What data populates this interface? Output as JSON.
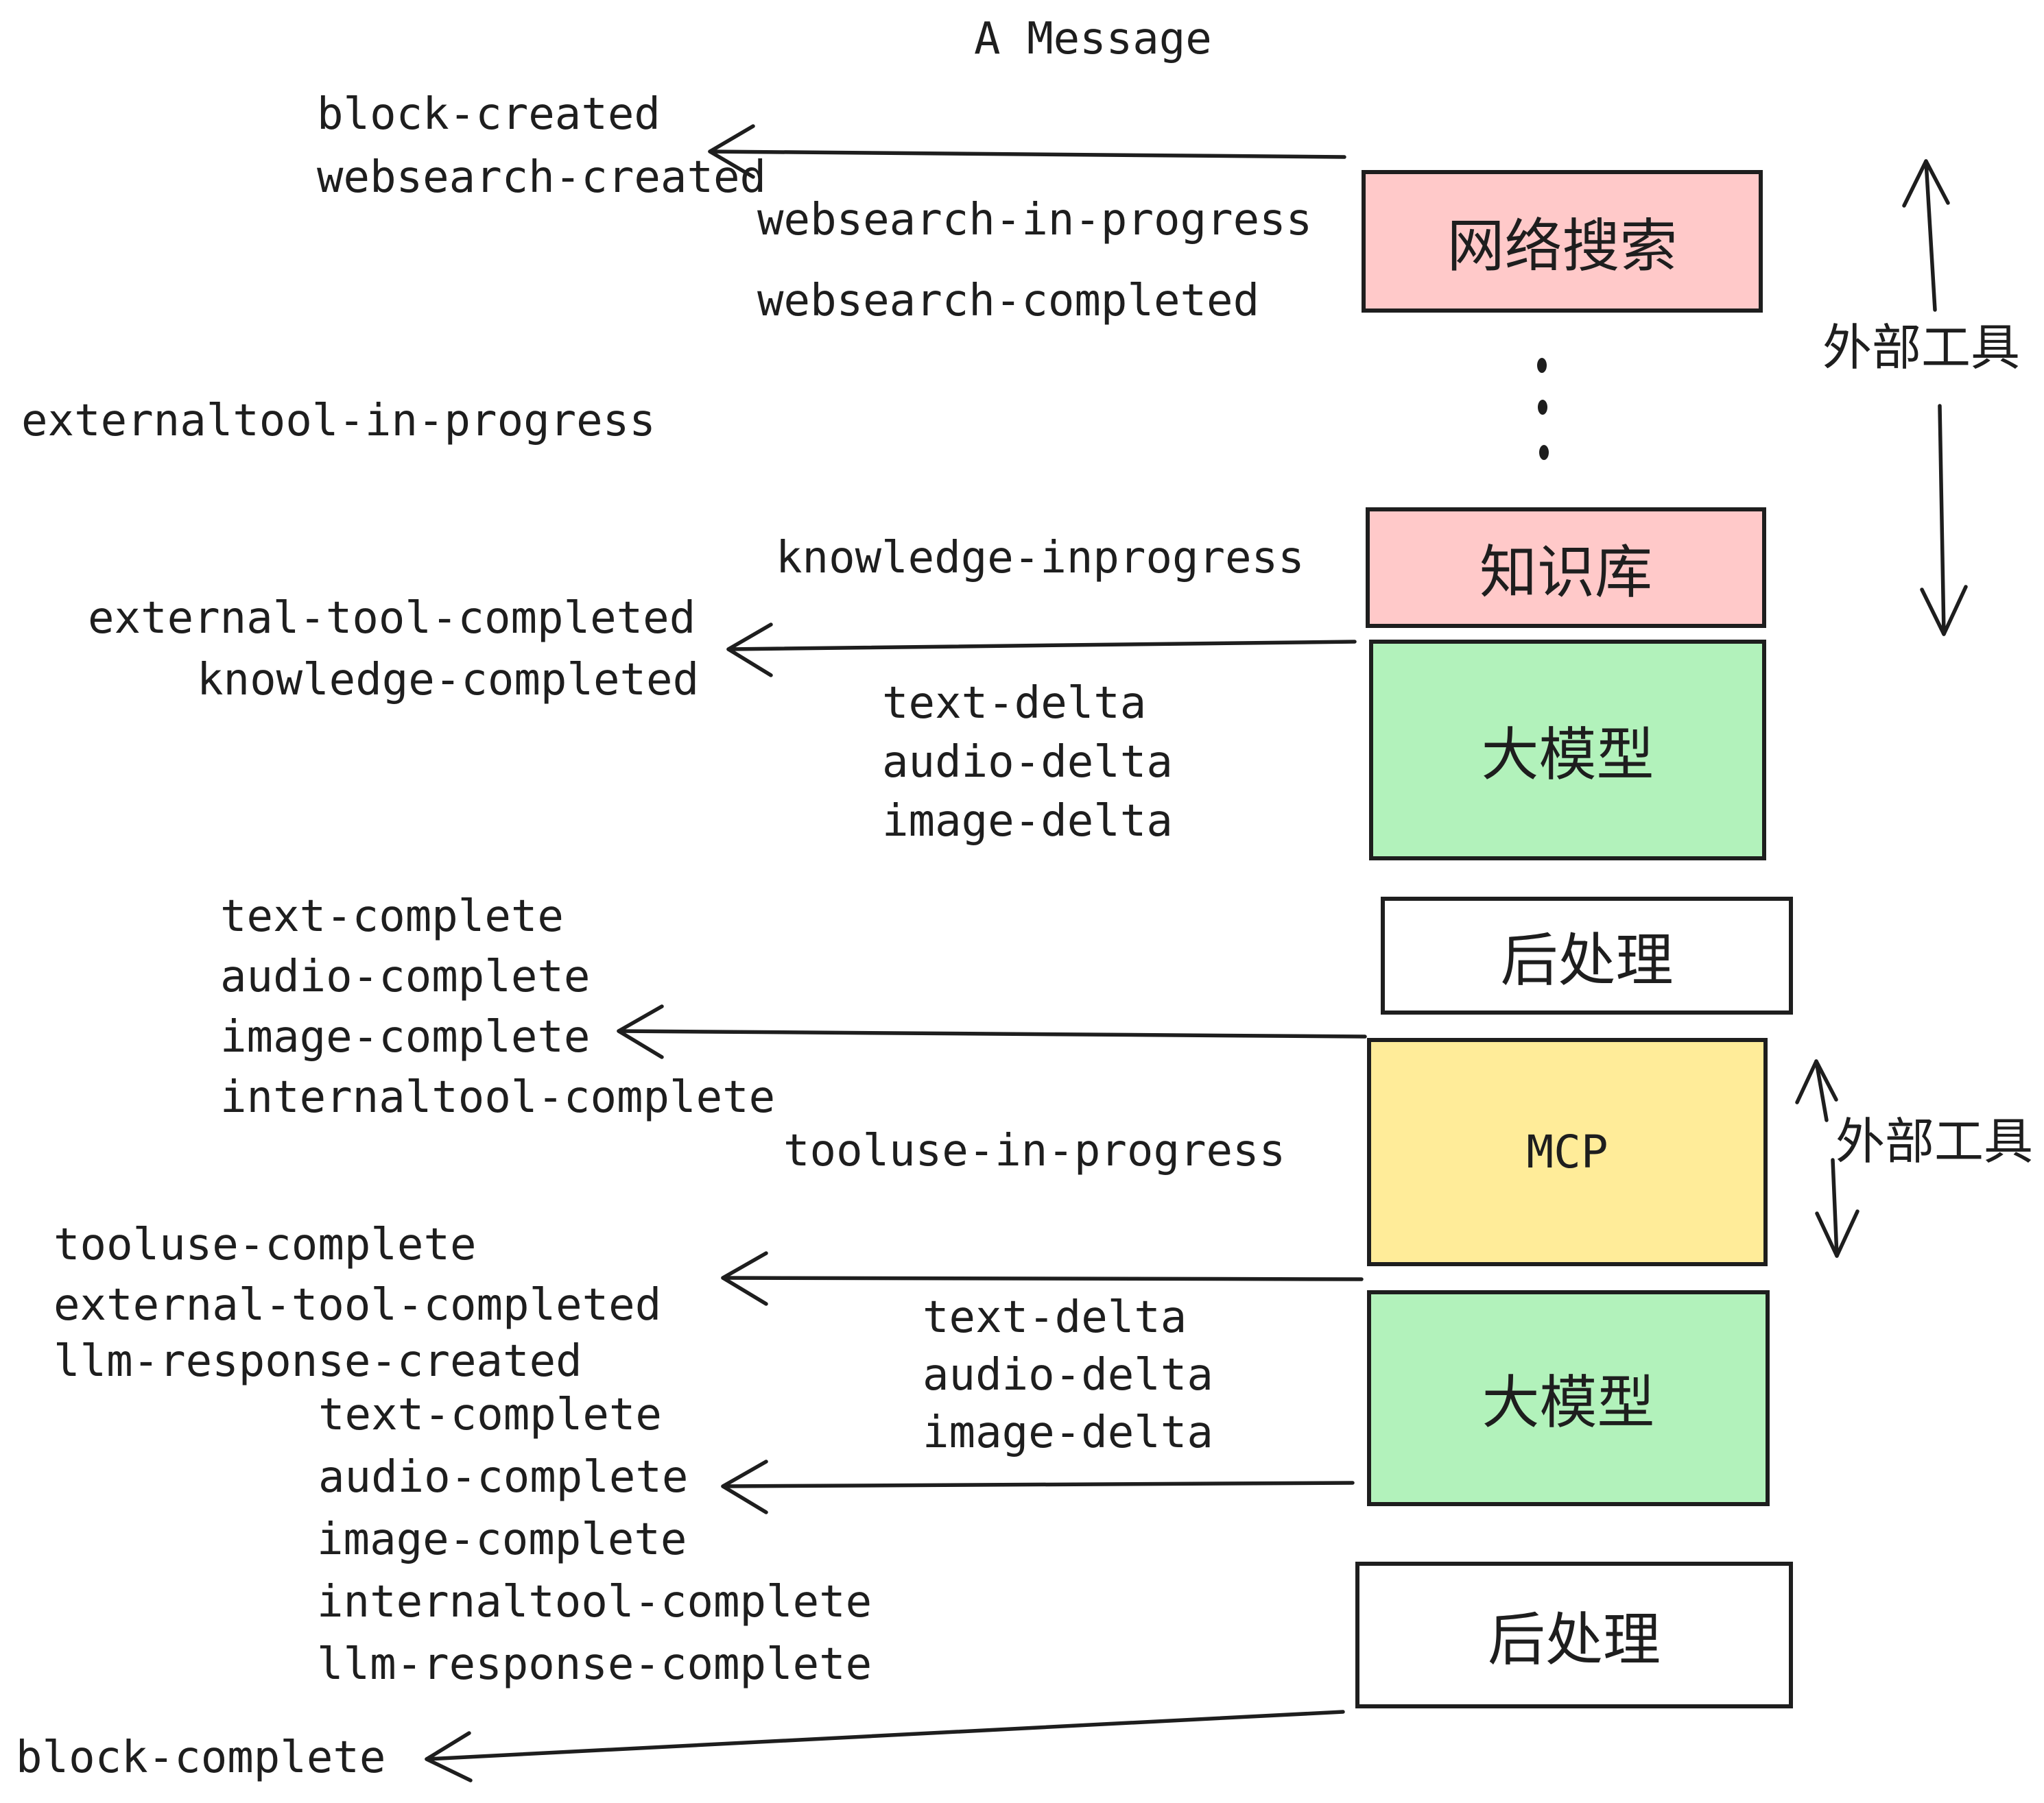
{
  "title": "A Message",
  "colors": {
    "background": "#ffffff",
    "stroke": "#1e1e1e",
    "box_pink": "#ffc9c9",
    "box_green": "#b2f2bb",
    "box_yellow": "#ffec99",
    "box_white": "#ffffff"
  },
  "boxes": [
    {
      "label": "网络搜索",
      "fill": "#ffc9c9"
    },
    {
      "label": "知识库",
      "fill": "#ffc9c9"
    },
    {
      "label": "大模型",
      "fill": "#b2f2bb"
    },
    {
      "label": "后处理",
      "fill": "#ffffff"
    },
    {
      "label": "MCP",
      "fill": "#ffec99"
    },
    {
      "label": "大模型",
      "fill": "#b2f2bb"
    },
    {
      "label": "后处理",
      "fill": "#ffffff"
    }
  ],
  "events": {
    "block_created": "block-created",
    "websearch_created": "websearch-created",
    "websearch_in_progress": "websearch-in-progress",
    "websearch_completed": "websearch-completed",
    "externaltool_in_progress": "externaltool-in-progress",
    "knowledge_inprogress": "knowledge-inprogress",
    "external_tool_completed": "external-tool-completed",
    "knowledge_completed": "knowledge-completed",
    "deltas_round1": [
      "text-delta",
      "audio-delta",
      "image-delta"
    ],
    "completes_round1": [
      "text-complete",
      "audio-complete",
      "image-complete",
      "internaltool-complete"
    ],
    "tooluse_in_progress": "tooluse-in-progress",
    "tooluse_complete": "tooluse-complete",
    "external_tool_completed_2": "external-tool-completed",
    "llm_response_created": "llm-response-created",
    "deltas_round2": [
      "text-delta",
      "audio-delta",
      "image-delta"
    ],
    "completes_round2": [
      "text-complete",
      "audio-complete",
      "image-complete",
      "internaltool-complete",
      "llm-response-complete"
    ],
    "block_complete": "block-complete"
  },
  "annotations": {
    "external_tools_top": "外部工具",
    "external_tools_mcp": "外部工具"
  }
}
